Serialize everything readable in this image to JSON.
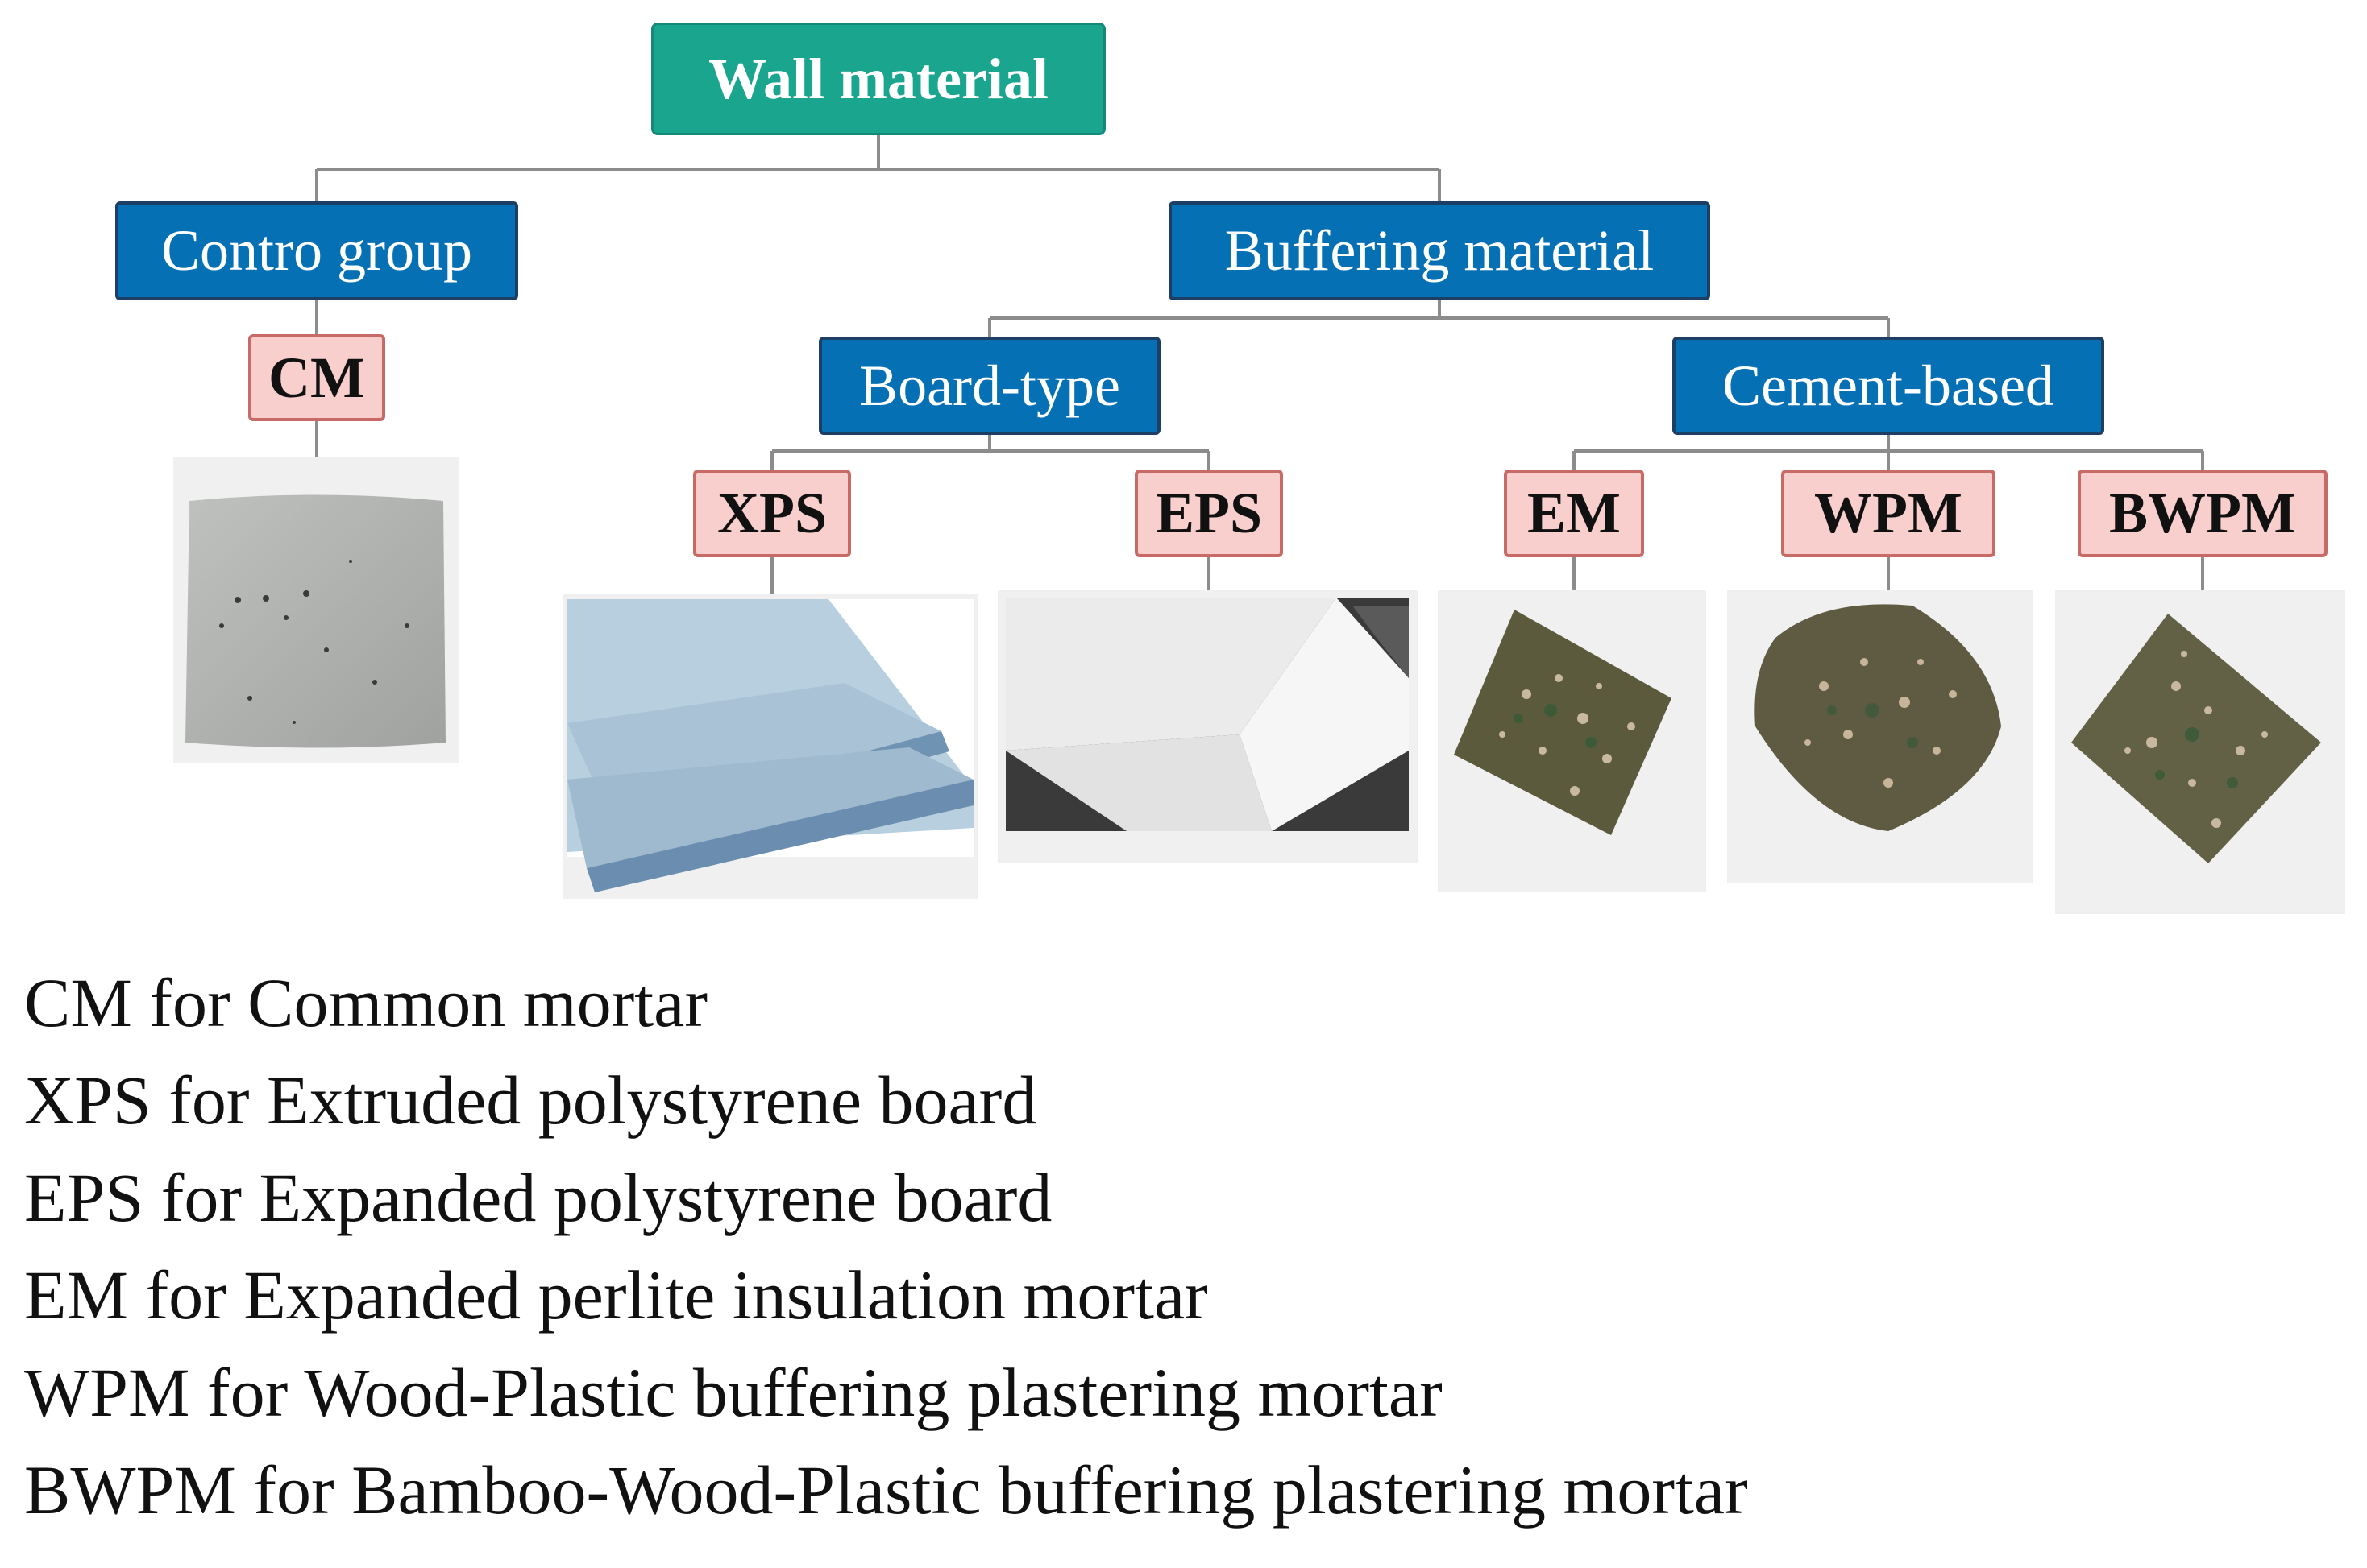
{
  "title": "Wall material",
  "categories": {
    "control": "Contro group",
    "buffering": "Buffering material",
    "board": "Board-type",
    "cement": "Cement-based"
  },
  "materials": {
    "cm": "CM",
    "xps": "XPS",
    "eps": "EPS",
    "em": "EM",
    "wpm": "WPM",
    "bwpm": "BWPM"
  },
  "legend": [
    "CM for Common mortar",
    "XPS for Extruded polystyrene board",
    "EPS for Expanded polystyrene board",
    "EM for Expanded perlite insulation mortar",
    "WPM for Wood-Plastic buffering plastering mortar",
    "BWPM for Bamboo-Wood-Plastic buffering plastering mortar"
  ],
  "colors": {
    "root_fill": "#1aa58e",
    "category_fill": "#0670b5",
    "material_fill": "#f8cfcc",
    "material_border": "#c86a66",
    "connector": "#8c8c8c"
  }
}
